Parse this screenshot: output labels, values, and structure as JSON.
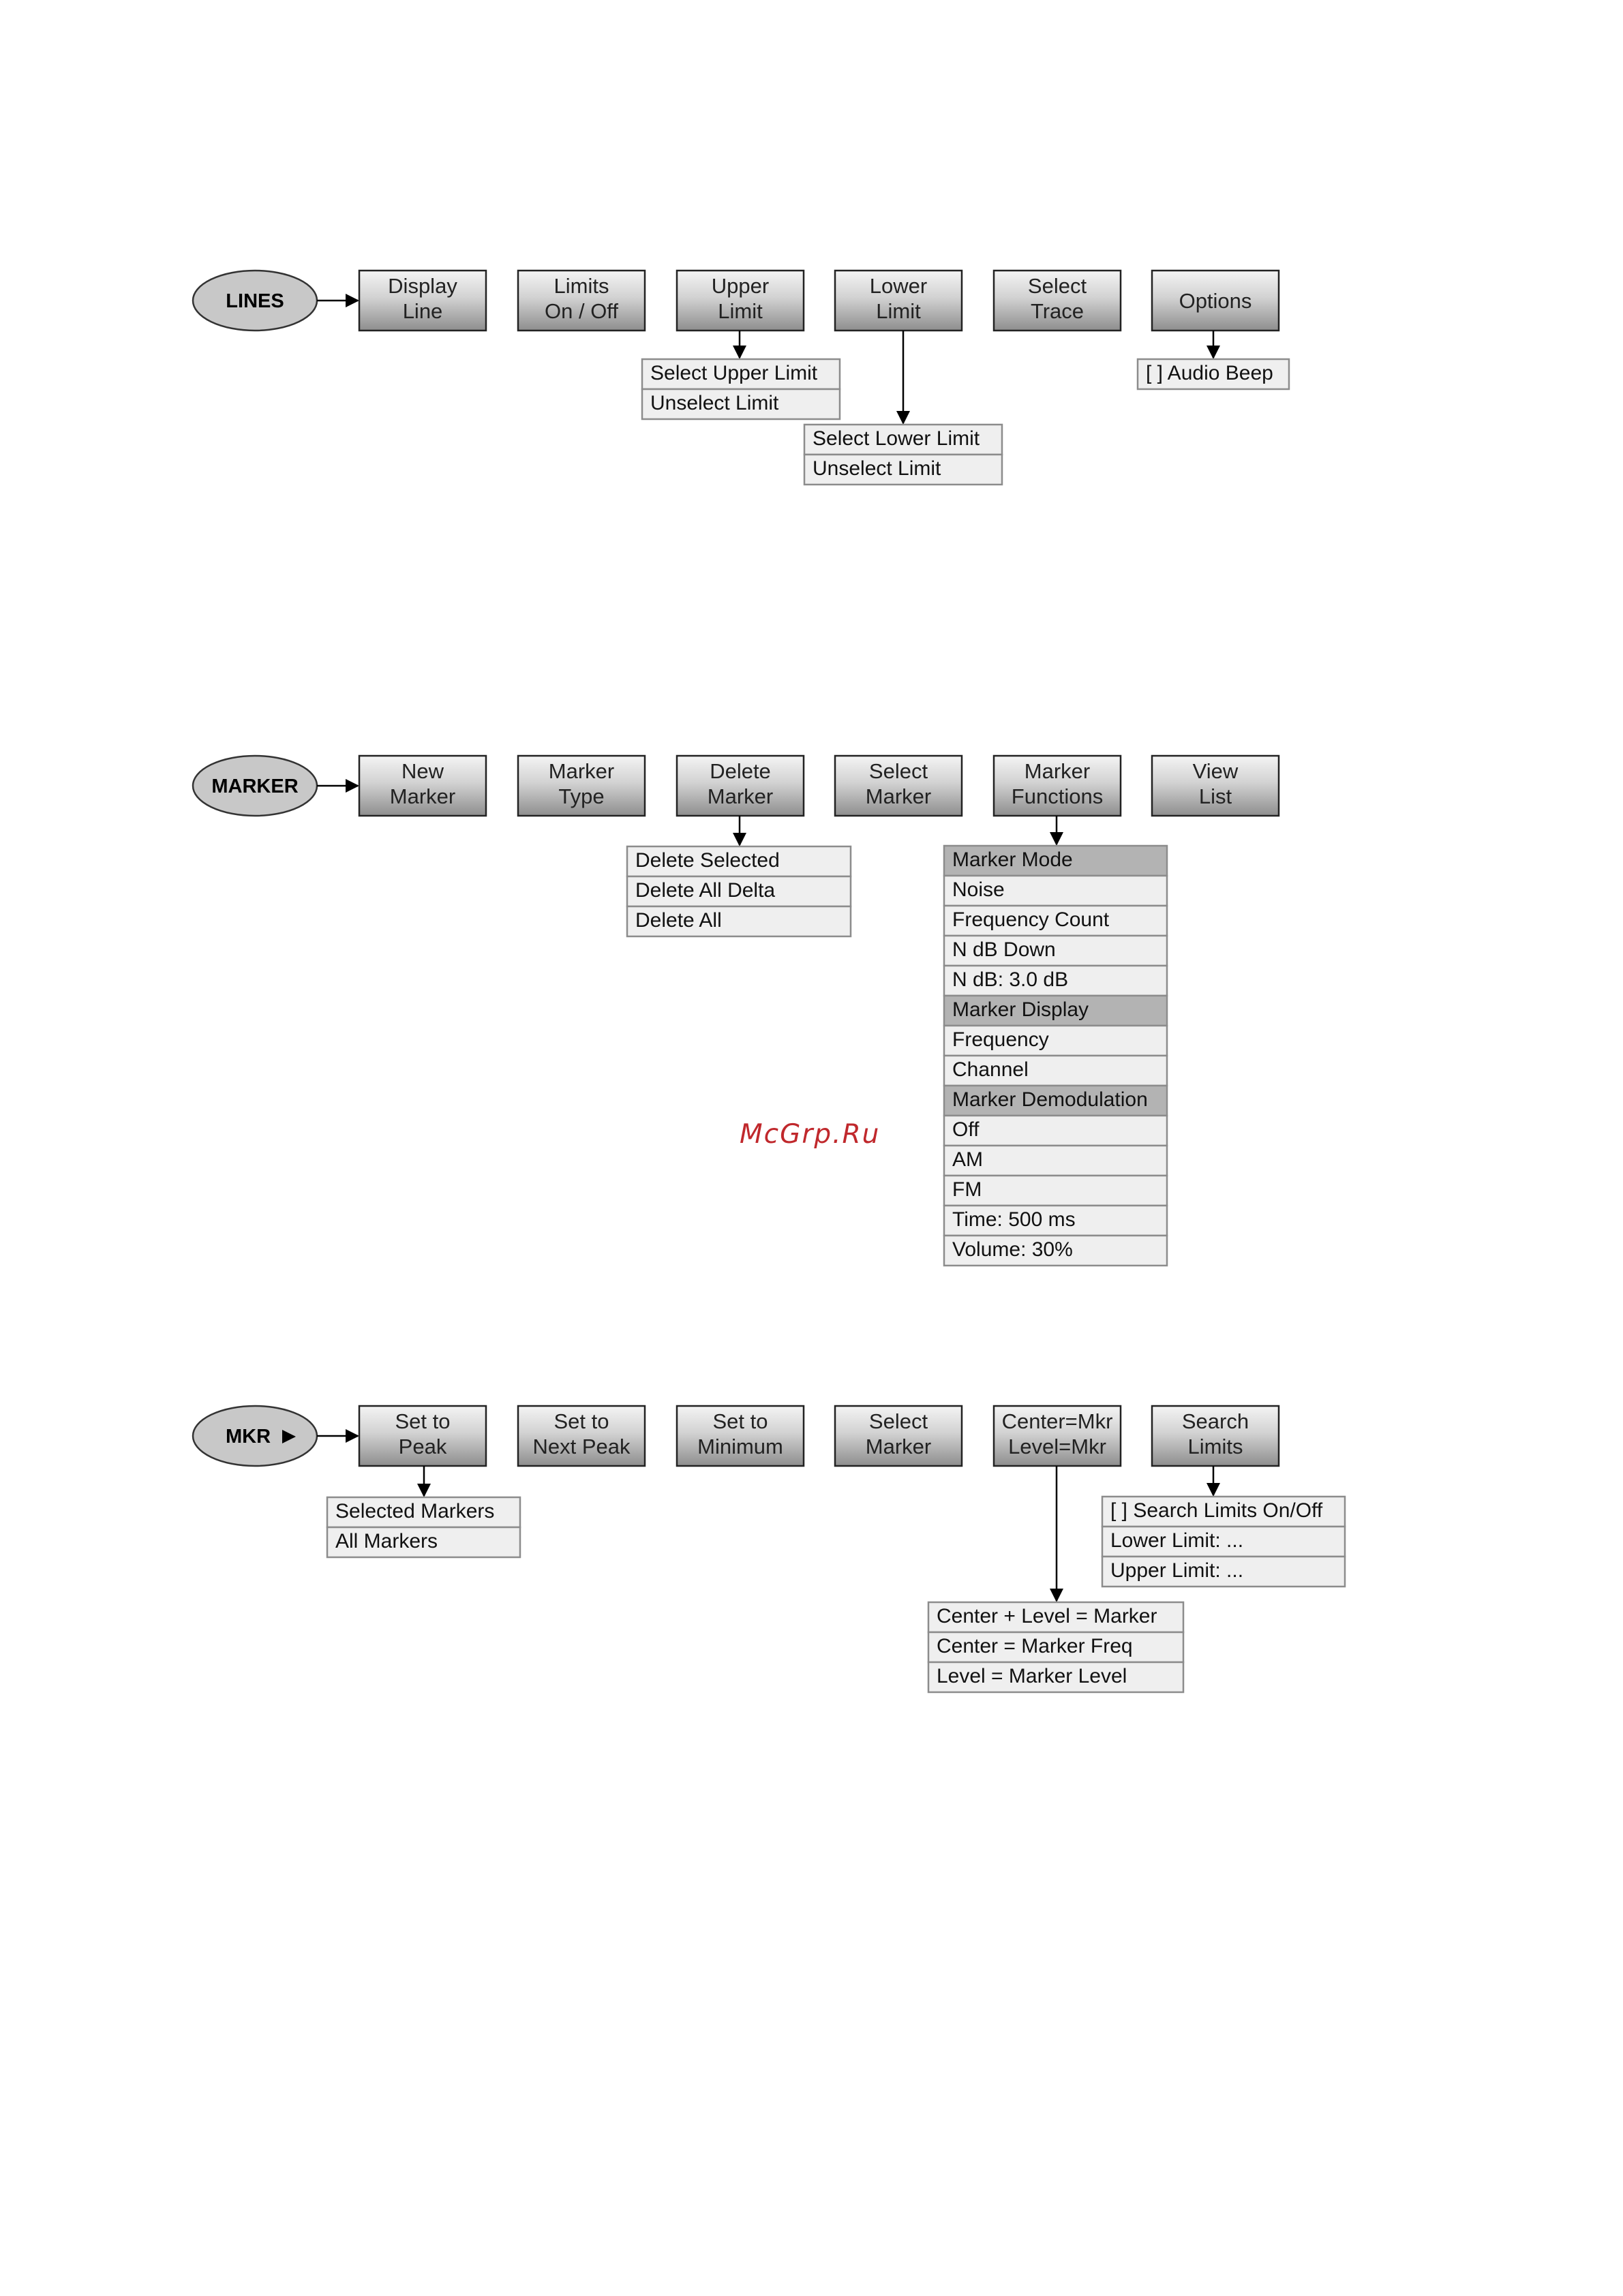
{
  "colors": {
    "option_bg": "#efefef",
    "option_header_bg": "#b3b3b3",
    "option_border": "#8c8c8c",
    "oval_fill": "#c8c8c8",
    "watermark": "#c0282c"
  },
  "watermark": "McGrp.Ru",
  "sections": [
    {
      "id": "lines",
      "hardkey": "LINES",
      "softkeys": [
        {
          "id": "display-line",
          "lines": [
            "Display",
            "Line"
          ]
        },
        {
          "id": "limits-on-off",
          "lines": [
            "Limits",
            "On / Off"
          ]
        },
        {
          "id": "upper-limit",
          "lines": [
            "Upper",
            "Limit"
          ]
        },
        {
          "id": "lower-limit",
          "lines": [
            "Lower",
            "Limit"
          ]
        },
        {
          "id": "select-trace",
          "lines": [
            "Select",
            "Trace"
          ]
        },
        {
          "id": "options",
          "lines": [
            "Options"
          ]
        }
      ],
      "submenus": [
        {
          "id": "upper-limit-menu",
          "parent": 2,
          "items": [
            {
              "text": "Select Upper Limit",
              "header": false
            },
            {
              "text": "Unselect Limit",
              "header": false
            }
          ]
        },
        {
          "id": "lower-limit-menu",
          "parent": 3,
          "items": [
            {
              "text": "Select Lower Limit",
              "header": false
            },
            {
              "text": "Unselect Limit",
              "header": false
            }
          ]
        },
        {
          "id": "options-menu",
          "parent": 5,
          "items": [
            {
              "text": "[ ] Audio Beep",
              "header": false
            }
          ]
        }
      ]
    },
    {
      "id": "marker",
      "hardkey": "MARKER",
      "softkeys": [
        {
          "id": "new-marker",
          "lines": [
            "New",
            "Marker"
          ]
        },
        {
          "id": "marker-type",
          "lines": [
            "Marker",
            "Type"
          ]
        },
        {
          "id": "delete-marker",
          "lines": [
            "Delete",
            "Marker"
          ]
        },
        {
          "id": "select-marker",
          "lines": [
            "Select",
            "Marker"
          ]
        },
        {
          "id": "marker-functions",
          "lines": [
            "Marker",
            "Functions"
          ]
        },
        {
          "id": "view-list",
          "lines": [
            "View",
            "List"
          ]
        }
      ],
      "submenus": [
        {
          "id": "delete-marker-menu",
          "parent": 2,
          "items": [
            {
              "text": "Delete Selected",
              "header": false
            },
            {
              "text": "Delete All Delta",
              "header": false
            },
            {
              "text": "Delete All",
              "header": false
            }
          ]
        },
        {
          "id": "marker-functions-menu",
          "parent": 4,
          "items": [
            {
              "text": "Marker Mode",
              "header": true
            },
            {
              "text": "Noise",
              "header": false
            },
            {
              "text": "Frequency Count",
              "header": false
            },
            {
              "text": "N dB Down",
              "header": false
            },
            {
              "text": "N dB: 3.0 dB",
              "header": false
            },
            {
              "text": "Marker Display",
              "header": true
            },
            {
              "text": "Frequency",
              "header": false
            },
            {
              "text": "Channel",
              "header": false
            },
            {
              "text": "Marker Demodulation",
              "header": true
            },
            {
              "text": "Off",
              "header": false
            },
            {
              "text": "AM",
              "header": false
            },
            {
              "text": "FM",
              "header": false
            },
            {
              "text": "Time: 500 ms",
              "header": false
            },
            {
              "text": "Volume: 30%",
              "header": false
            }
          ]
        }
      ]
    },
    {
      "id": "mkr",
      "hardkey": "MKR",
      "hardkey_arrow": true,
      "softkeys": [
        {
          "id": "set-to-peak",
          "lines": [
            "Set to",
            "Peak"
          ]
        },
        {
          "id": "set-to-next-peak",
          "lines": [
            "Set to",
            "Next Peak"
          ]
        },
        {
          "id": "set-to-minimum",
          "lines": [
            "Set to",
            "Minimum"
          ]
        },
        {
          "id": "select-marker",
          "lines": [
            "Select",
            "Marker"
          ]
        },
        {
          "id": "center-level-mkr",
          "lines": [
            "Center=Mkr",
            "Level=Mkr"
          ]
        },
        {
          "id": "search-limits",
          "lines": [
            "Search",
            "Limits"
          ]
        }
      ],
      "submenus": [
        {
          "id": "set-to-peak-menu",
          "parent": 0,
          "items": [
            {
              "text": "Selected Markers",
              "header": false
            },
            {
              "text": "All Markers",
              "header": false
            }
          ]
        },
        {
          "id": "center-level-menu",
          "parent": 4,
          "items": [
            {
              "text": "Center + Level = Marker",
              "header": false
            },
            {
              "text": "Center = Marker Freq",
              "header": false
            },
            {
              "text": "Level = Marker Level",
              "header": false
            }
          ]
        },
        {
          "id": "search-limits-menu",
          "parent": 5,
          "items": [
            {
              "text": "[ ] Search Limits On/Off",
              "header": false
            },
            {
              "text": "Lower Limit: ...",
              "header": false
            },
            {
              "text": "Upper Limit: ...",
              "header": false
            }
          ]
        }
      ]
    }
  ]
}
